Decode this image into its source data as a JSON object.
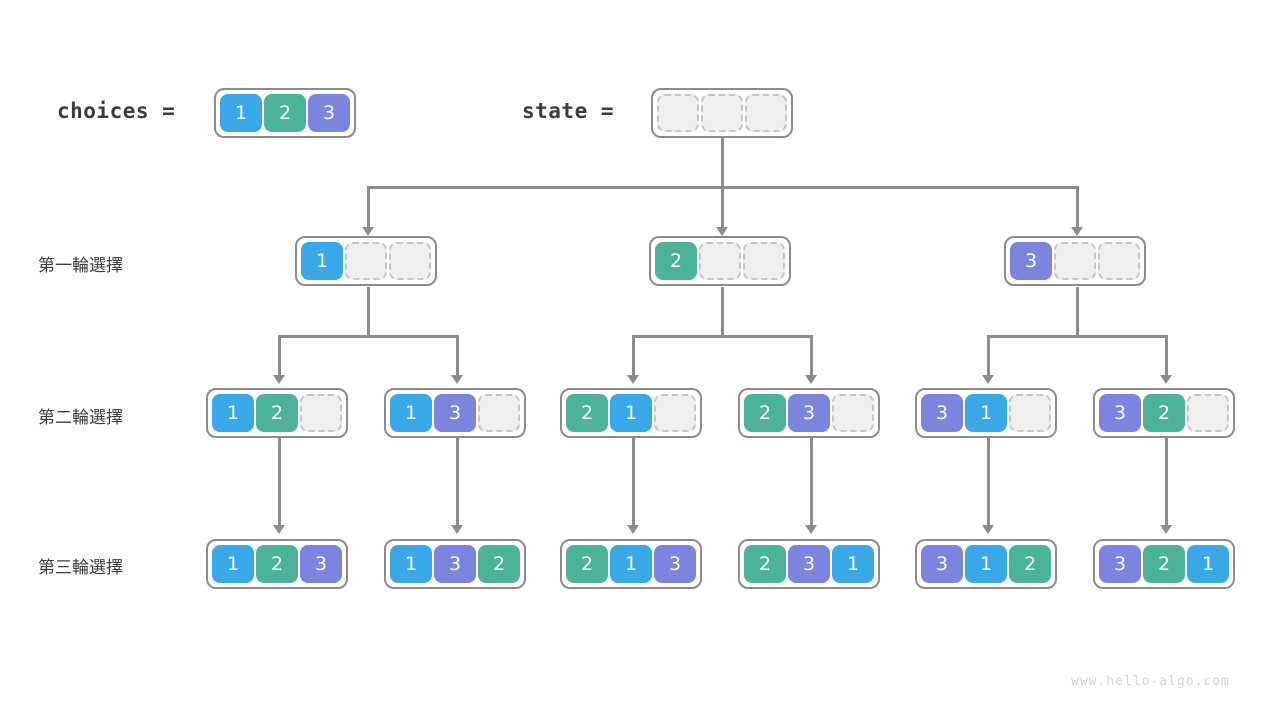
{
  "header": {
    "choices_label": "choices =",
    "state_label": "state ="
  },
  "colors": {
    "value_1": "#38a8e8",
    "value_2": "#4bb39a",
    "value_3": "#7b84de",
    "empty_fill": "#efefef",
    "empty_border": "#c4c4c4",
    "frame": "#8c8c8c",
    "text": "#3c3c3c",
    "watermark": "#d2d2d2"
  },
  "round_labels": [
    "第一輪選擇",
    "第二輪選擇",
    "第三輪選擇"
  ],
  "choices": [
    "1",
    "2",
    "3"
  ],
  "state": [
    "",
    "",
    ""
  ],
  "tree": {
    "row1": [
      {
        "cells": [
          "1",
          "",
          ""
        ]
      },
      {
        "cells": [
          "2",
          "",
          ""
        ]
      },
      {
        "cells": [
          "3",
          "",
          ""
        ]
      }
    ],
    "row2": [
      {
        "cells": [
          "1",
          "2",
          ""
        ]
      },
      {
        "cells": [
          "1",
          "3",
          ""
        ]
      },
      {
        "cells": [
          "2",
          "1",
          ""
        ]
      },
      {
        "cells": [
          "2",
          "3",
          ""
        ]
      },
      {
        "cells": [
          "3",
          "1",
          ""
        ]
      },
      {
        "cells": [
          "3",
          "2",
          ""
        ]
      }
    ],
    "row3": [
      {
        "cells": [
          "1",
          "2",
          "3"
        ]
      },
      {
        "cells": [
          "1",
          "3",
          "2"
        ]
      },
      {
        "cells": [
          "2",
          "1",
          "3"
        ]
      },
      {
        "cells": [
          "2",
          "3",
          "1"
        ]
      },
      {
        "cells": [
          "3",
          "1",
          "2"
        ]
      },
      {
        "cells": [
          "3",
          "2",
          "1"
        ]
      }
    ]
  },
  "watermark": "www.hello-algo.com"
}
